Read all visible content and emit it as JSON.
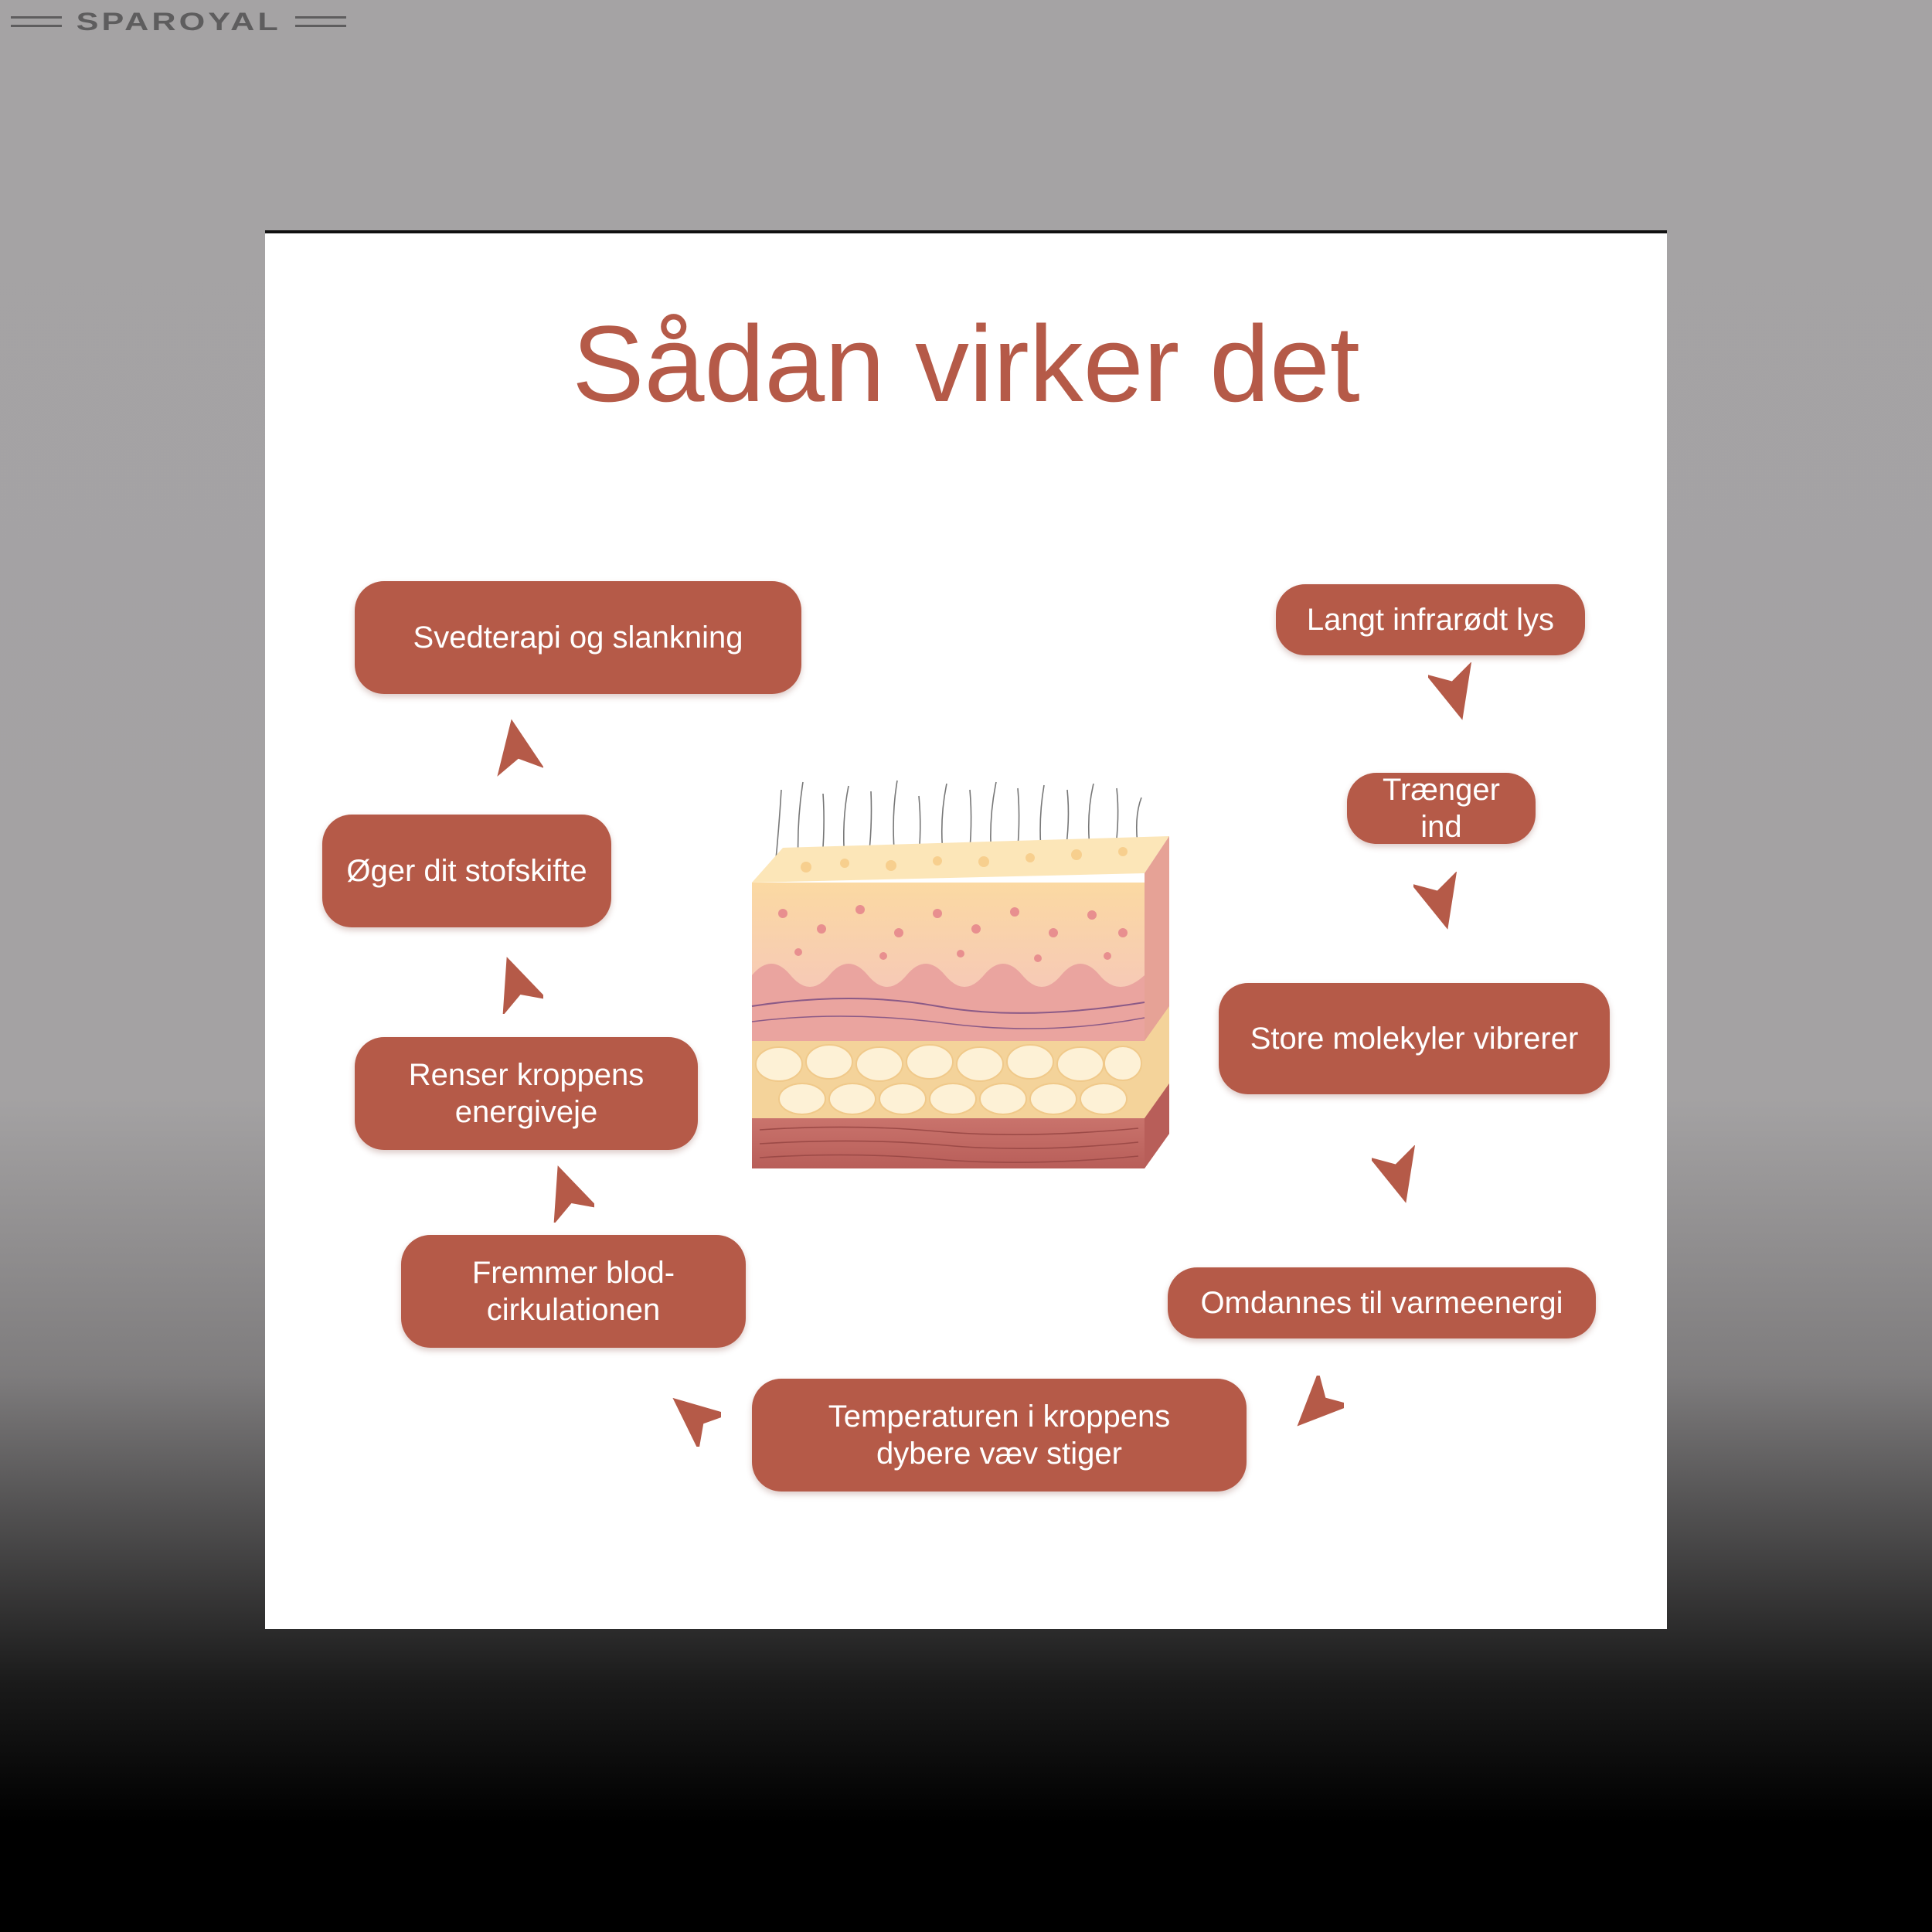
{
  "logo": {
    "text": "SPAROYAL"
  },
  "title": "Sådan virker det",
  "steps": [
    {
      "id": "langt-infrarodt-lys",
      "label": "Langt infrarødt lys"
    },
    {
      "id": "traenger-ind",
      "label": "Trænger ind"
    },
    {
      "id": "store-molekyler-vibrerer",
      "label": "Store molekyler vibrerer"
    },
    {
      "id": "omdannes-til-varmeenergi",
      "label": "Omdannes til varmeenergi"
    },
    {
      "id": "temperaturen-stiger",
      "label": "Temperaturen i kroppens\ndybere væv stiger"
    },
    {
      "id": "fremmer-blodcirkulationen",
      "label": "Fremmer blod-\ncirkulationen"
    },
    {
      "id": "renser-energiveje",
      "label": "Renser kroppens\nenergiveje"
    },
    {
      "id": "oger-stofskifte",
      "label": "Øger dit stofskifte"
    },
    {
      "id": "svedterapi-slankning",
      "label": "Svedterapi og slankning"
    }
  ],
  "colors": {
    "accent": "#b55a48",
    "text_on_accent": "#ffffff",
    "card": "#ffffff"
  },
  "illustration": {
    "icon": "skin-layers-icon"
  }
}
